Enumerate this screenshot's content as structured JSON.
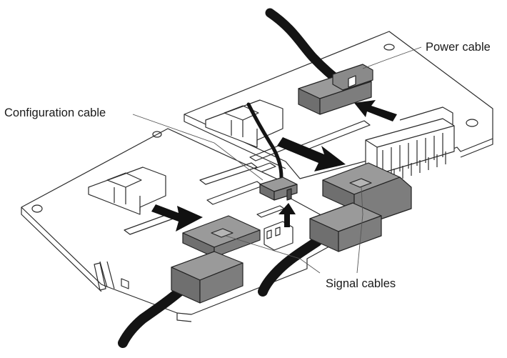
{
  "labels": {
    "power_cable": "Power cable",
    "configuration_cable": "Configuration cable",
    "signal_cables": "Signal cables"
  },
  "colors": {
    "board_outline": "#2b2b2b",
    "board_fill": "#ffffff",
    "connector_fill": "#6f6f6f",
    "connector_top": "#9a9a9a",
    "cable": "#141414",
    "arrow": "#111111"
  }
}
